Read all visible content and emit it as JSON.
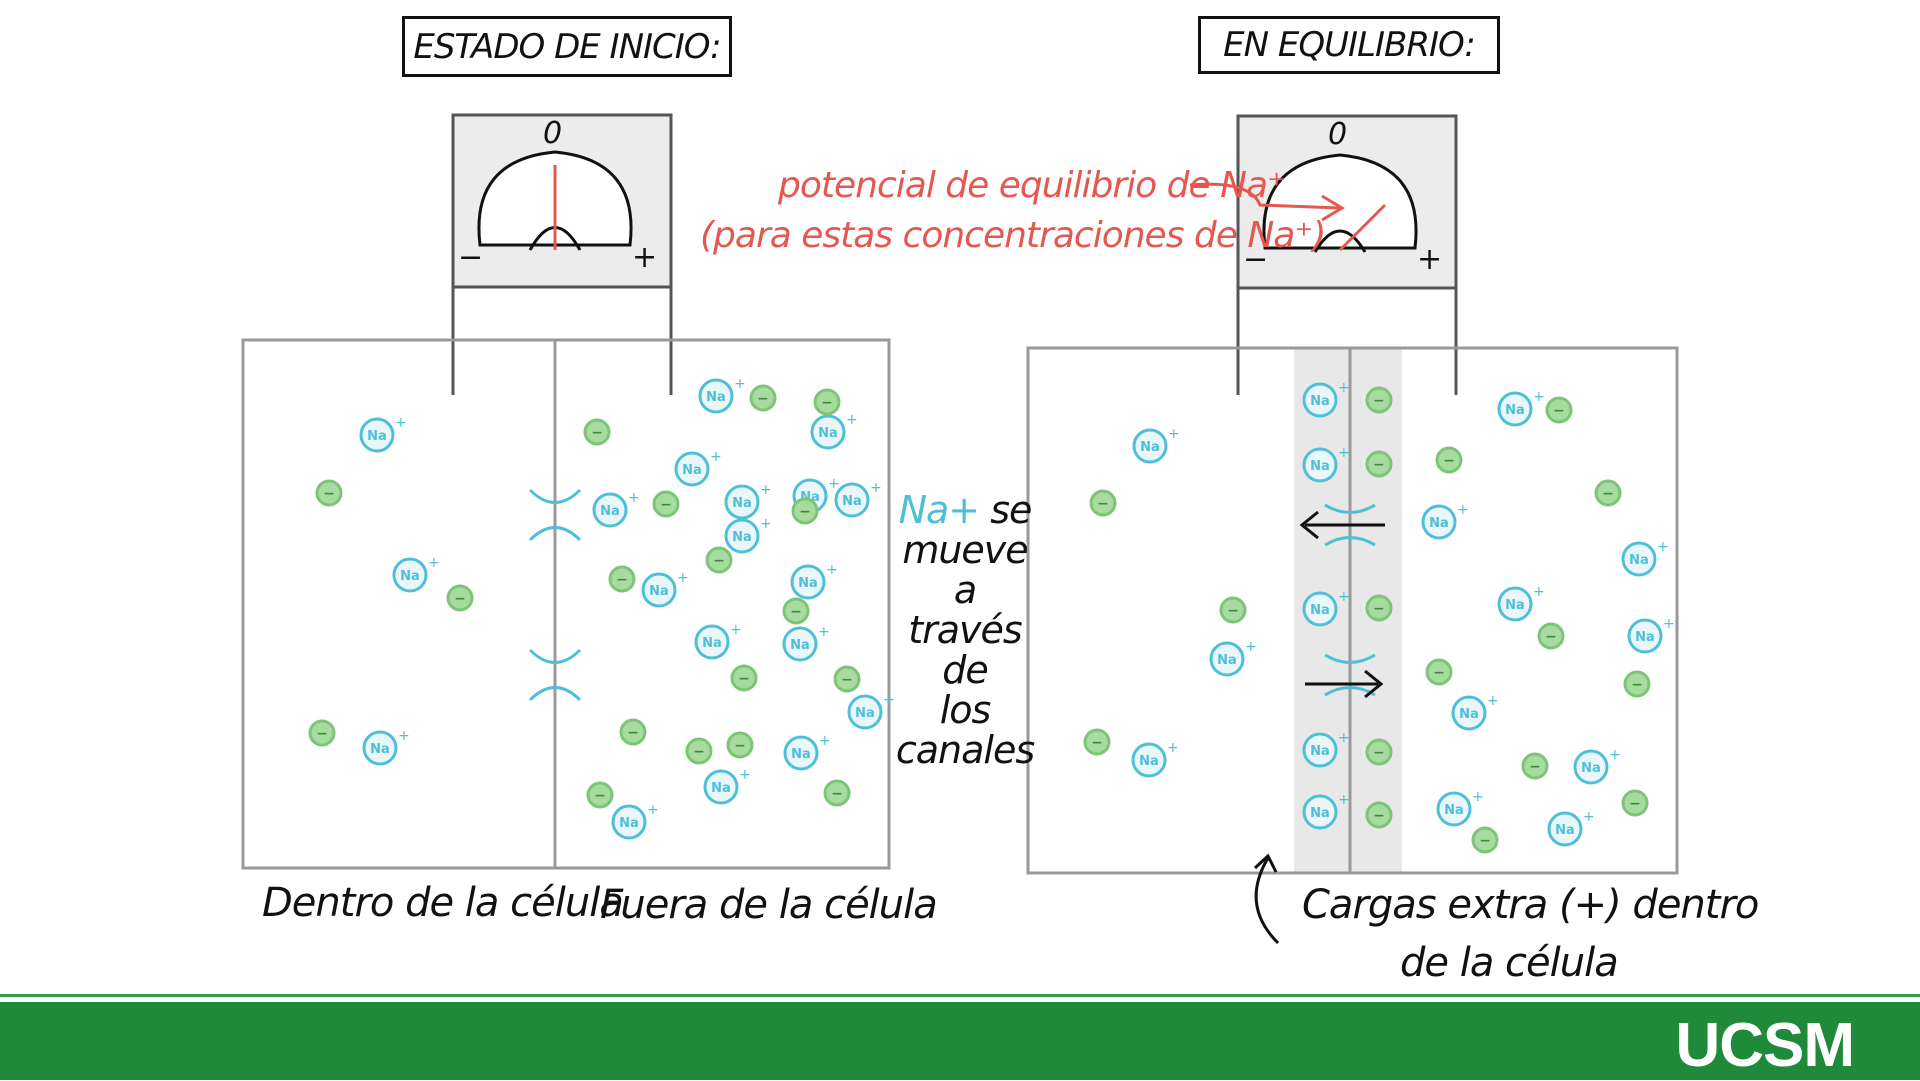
{
  "panels": {
    "start": {
      "title": "ESTADO DE INICIO:"
    },
    "equilibrium": {
      "title": "EN EQUILIBRIO:"
    }
  },
  "meter": {
    "zero_label": "0",
    "minus_label": "−",
    "plus_label": "+"
  },
  "annotation": {
    "line1": "potencial de equilibrio de Na⁺",
    "line2": "(para estas concentraciones de Na⁺)"
  },
  "middle_text": {
    "ion": "Na+",
    "rest_word": "se",
    "lines": [
      "mueve a",
      "través de",
      "los",
      "canales"
    ]
  },
  "labels": {
    "inside": "Dentro de la célula",
    "outside": "Fuera de la célula",
    "extra_line1": "Cargas extra (+) dentro",
    "extra_line2": "de la célula"
  },
  "ion_labels": {
    "sodium": "Na",
    "sodium_charge": "+",
    "anion_sign": "−"
  },
  "colors": {
    "sodium": "#4fbfd8",
    "anion": "#7cc576",
    "annotation": "#e5584f",
    "footer": "#1e8a3a"
  },
  "brand": "UCSM"
}
